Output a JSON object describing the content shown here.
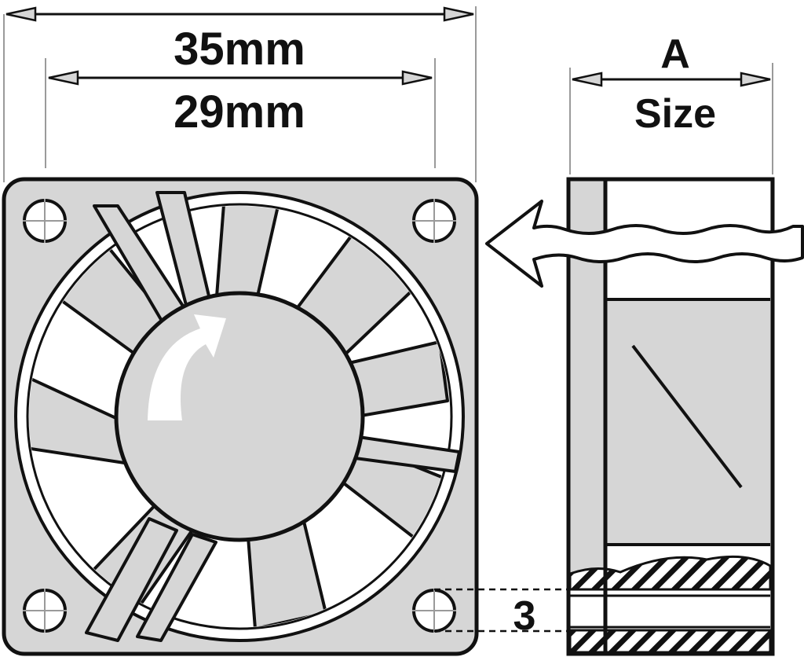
{
  "dimensions": {
    "outer_width": "35mm",
    "inner_spacing": "29mm",
    "depth_letter": "A",
    "depth_word": "Size",
    "mount_hole_offset": "3"
  },
  "colors": {
    "frame_gray": "#d6d6d6",
    "outline": "#111111",
    "leader_gray": "#9a9a9a",
    "background": "#ffffff"
  }
}
